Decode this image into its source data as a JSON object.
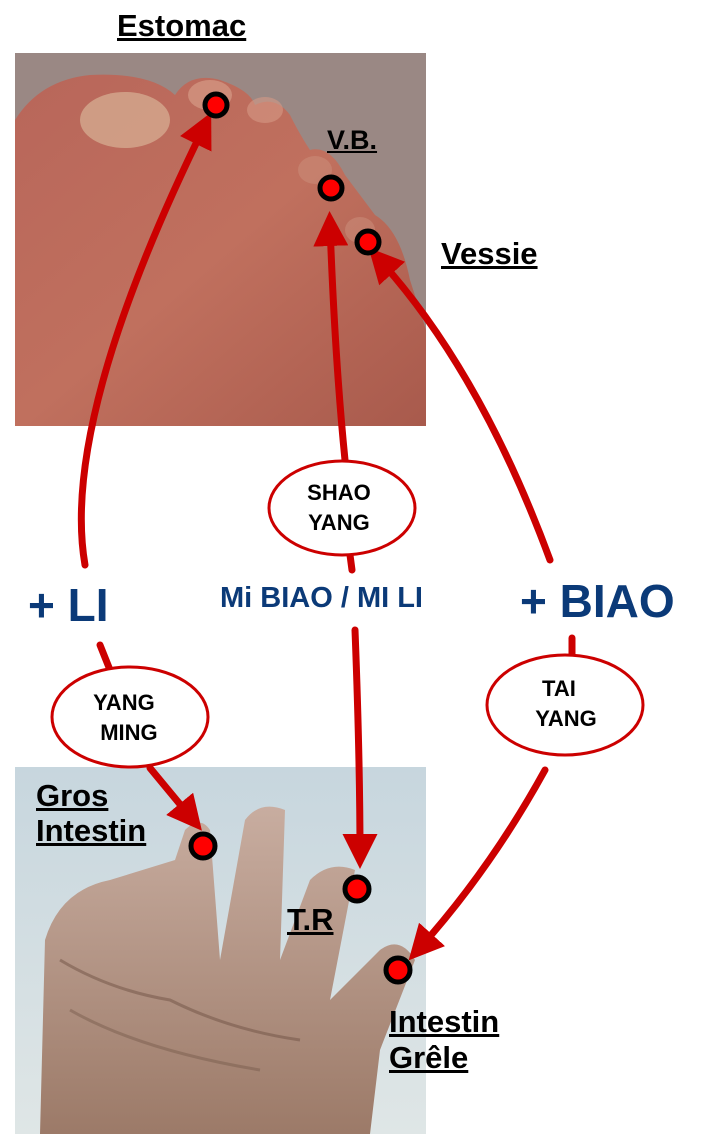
{
  "labels": {
    "estomac": "Estomac",
    "vb": "V.B.",
    "vessie": "Vessie",
    "gros_intestin_1": "Gros",
    "gros_intestin_2": "Intestin",
    "tr": "T.R",
    "intestin_grele_1": "Intestin",
    "intestin_grele_2": "Grêle"
  },
  "center": {
    "plus_li": "+ LI",
    "mi_biao_mi_li": "Mi BIAO / MI LI",
    "plus_biao": "+ BIAO"
  },
  "channels": {
    "shao_yang": [
      "SHAO",
      "YANG"
    ],
    "yang_ming": [
      "YANG",
      "MING"
    ],
    "tai_yang": [
      "TAI",
      "YANG"
    ]
  },
  "colors": {
    "arrow": "#cc0000",
    "point_fill": "#ff0000",
    "point_ring": "#000000",
    "center_text": "#0b3a78",
    "ellipse_border": "#cc0000"
  },
  "images": {
    "foot": "photo of foot toes",
    "hand": "photo of hand fingers"
  }
}
